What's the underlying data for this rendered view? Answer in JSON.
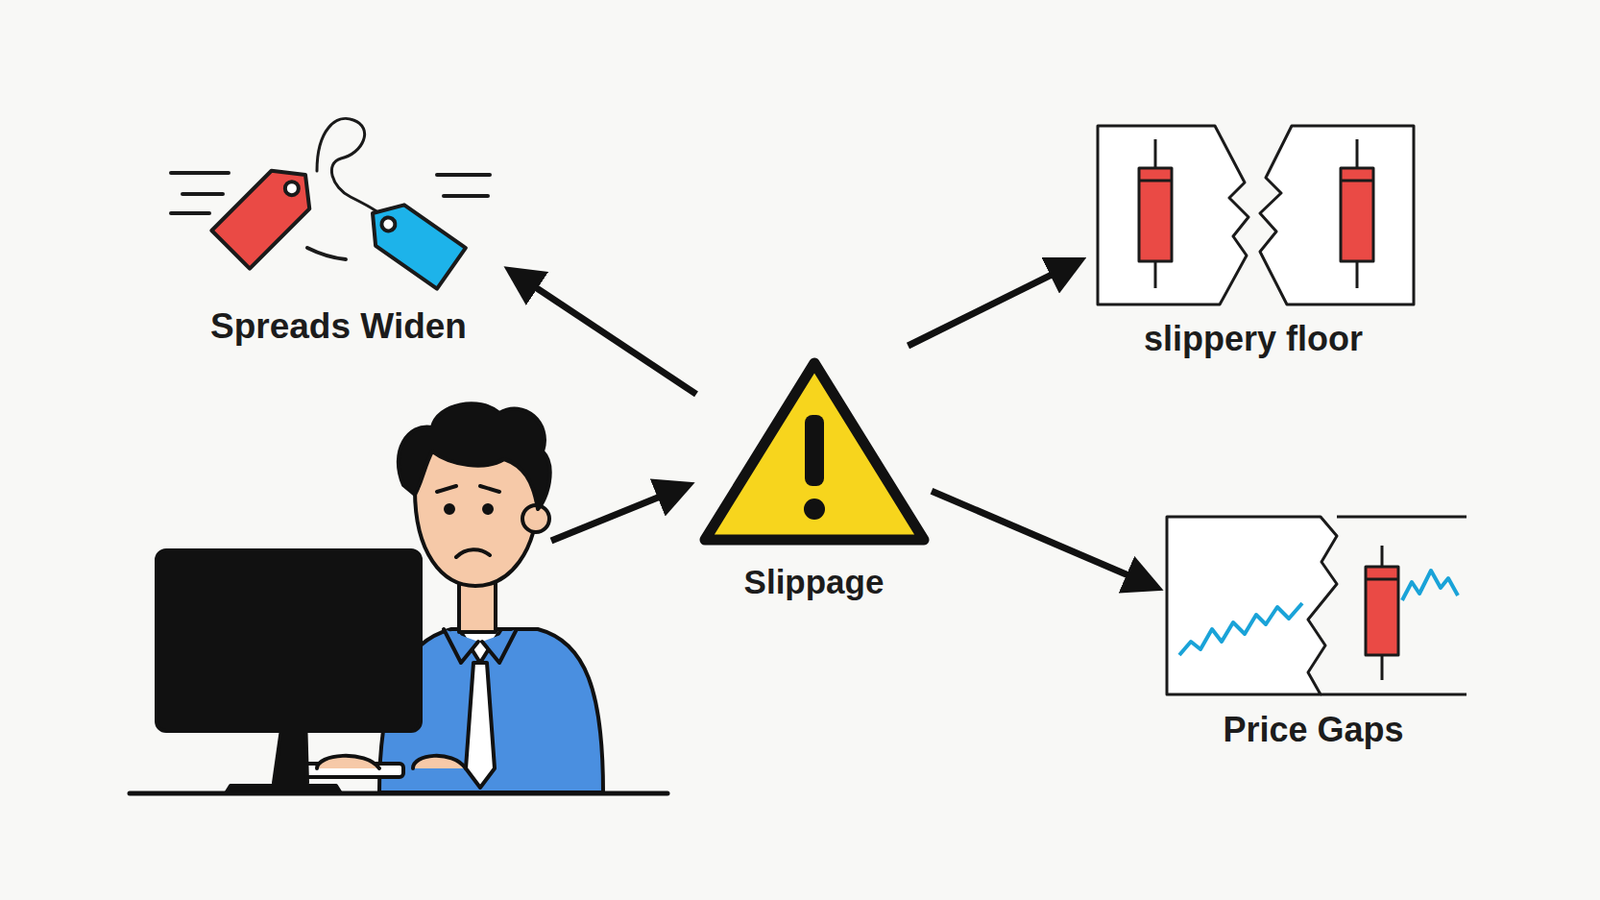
{
  "diagram": {
    "nodes": [
      {
        "text": [
          "Spreads Widen"
        ]
      },
      {
        "text": [
          "slippery floor"
        ]
      },
      {
        "text": [
          "Slippage"
        ]
      },
      {
        "text": [
          "Price Gaps"
        ]
      }
    ],
    "edges": [
      {
        "from": 2,
        "to": 0,
        "arrow": "to"
      },
      {
        "from": 2,
        "to": 1,
        "arrow": "to"
      },
      {
        "from": 2,
        "to": 3,
        "arrow": "to"
      }
    ]
  }
}
